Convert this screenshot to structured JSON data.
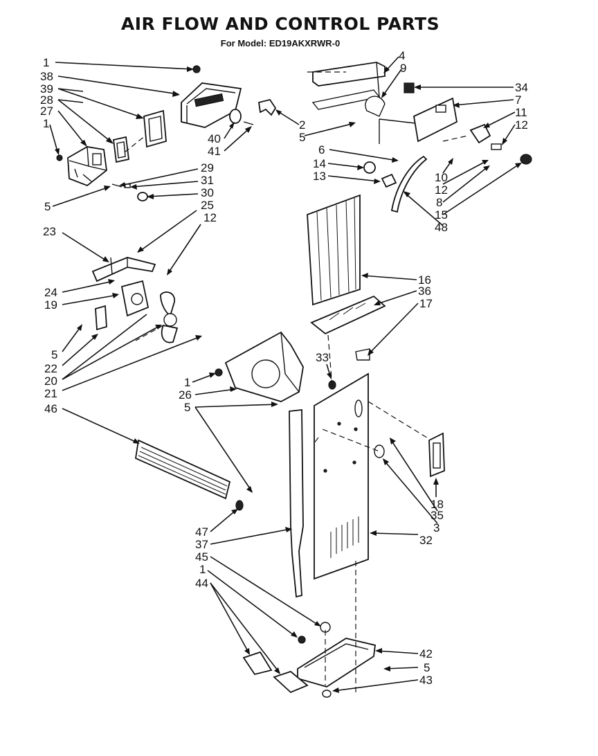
{
  "title": "AIR FLOW AND CONTROL PARTS",
  "subtitle": "For Model: ED19AKXRWR-0",
  "callouts": [
    {
      "id": "c1a",
      "text": "1"
    },
    {
      "id": "c38",
      "text": "38"
    },
    {
      "id": "c39",
      "text": "39"
    },
    {
      "id": "c28",
      "text": "28"
    },
    {
      "id": "c27",
      "text": "27"
    },
    {
      "id": "c1b",
      "text": "1"
    },
    {
      "id": "c40",
      "text": "40"
    },
    {
      "id": "c41",
      "text": "41"
    },
    {
      "id": "c2",
      "text": "2"
    },
    {
      "id": "c5a",
      "text": "5"
    },
    {
      "id": "c29",
      "text": "29"
    },
    {
      "id": "c31",
      "text": "31"
    },
    {
      "id": "c30",
      "text": "30"
    },
    {
      "id": "c5b",
      "text": "5"
    },
    {
      "id": "c25",
      "text": "25"
    },
    {
      "id": "c23",
      "text": "23"
    },
    {
      "id": "c12a",
      "text": "12"
    },
    {
      "id": "c24",
      "text": "24"
    },
    {
      "id": "c19",
      "text": "19"
    },
    {
      "id": "c5c",
      "text": "5"
    },
    {
      "id": "c22",
      "text": "22"
    },
    {
      "id": "c20",
      "text": "20"
    },
    {
      "id": "c21",
      "text": "21"
    },
    {
      "id": "c46",
      "text": "46"
    },
    {
      "id": "c4",
      "text": "4"
    },
    {
      "id": "c9",
      "text": "9"
    },
    {
      "id": "c34",
      "text": "34"
    },
    {
      "id": "c7",
      "text": "7"
    },
    {
      "id": "c11",
      "text": "11"
    },
    {
      "id": "c12b",
      "text": "12"
    },
    {
      "id": "c6",
      "text": "6"
    },
    {
      "id": "c14",
      "text": "14"
    },
    {
      "id": "c13",
      "text": "13"
    },
    {
      "id": "c10",
      "text": "10"
    },
    {
      "id": "c12c",
      "text": "12"
    },
    {
      "id": "c8",
      "text": "8"
    },
    {
      "id": "c15",
      "text": "15"
    },
    {
      "id": "c48",
      "text": "48"
    },
    {
      "id": "c16",
      "text": "16"
    },
    {
      "id": "c36",
      "text": "36"
    },
    {
      "id": "c17",
      "text": "17"
    },
    {
      "id": "c33",
      "text": "33"
    },
    {
      "id": "c1c",
      "text": "1"
    },
    {
      "id": "c26",
      "text": "26"
    },
    {
      "id": "c5d",
      "text": "5"
    },
    {
      "id": "c18",
      "text": "18"
    },
    {
      "id": "c35",
      "text": "35"
    },
    {
      "id": "c3",
      "text": "3"
    },
    {
      "id": "c47",
      "text": "47"
    },
    {
      "id": "c37",
      "text": "37"
    },
    {
      "id": "c32",
      "text": "32"
    },
    {
      "id": "c45",
      "text": "45"
    },
    {
      "id": "c1d",
      "text": "1"
    },
    {
      "id": "c44",
      "text": "44"
    },
    {
      "id": "c42",
      "text": "42"
    },
    {
      "id": "c5e",
      "text": "5"
    },
    {
      "id": "c43",
      "text": "43"
    }
  ]
}
